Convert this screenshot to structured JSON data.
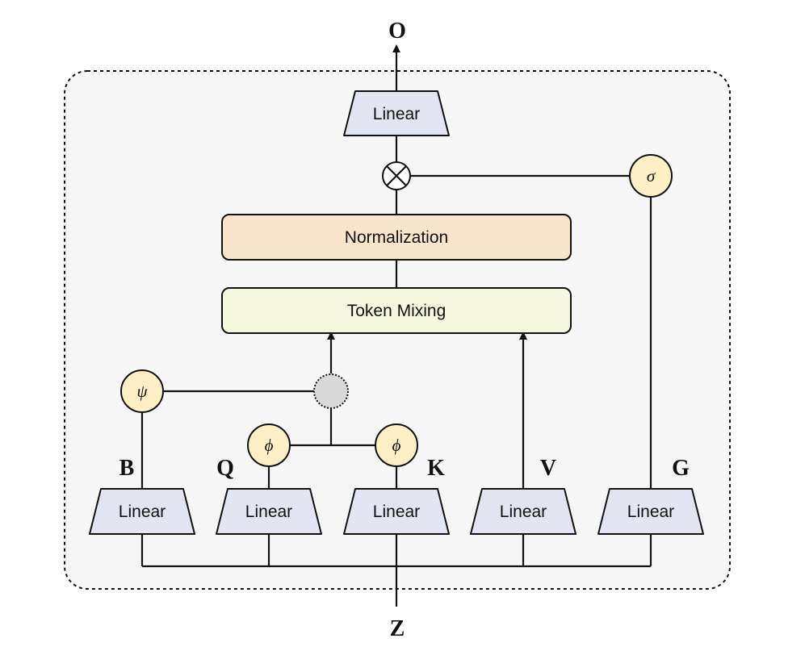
{
  "diagram": {
    "output_label": "O",
    "input_label": "Z",
    "output_linear": "Linear",
    "gate_op": "multiply",
    "gate_activation": "σ",
    "normalization": "Normalization",
    "token_mixing": "Token Mixing",
    "combine_node": "combine",
    "bias_activation": "ψ",
    "feature_map_q": "ϕ",
    "feature_map_k": "ϕ",
    "ports": {
      "b": "B",
      "q": "Q",
      "k": "K",
      "v": "V",
      "g": "G"
    },
    "input_linears": [
      "Linear",
      "Linear",
      "Linear",
      "Linear",
      "Linear"
    ],
    "colors": {
      "linear_fill": "#e3e5f2",
      "normalization_fill": "#f9e5cc",
      "token_mixing_fill": "#f5f7df",
      "activation_fill": "#fdf0c6",
      "combine_fill": "#d9d9d9",
      "container_fill": "#f7f7f7"
    }
  }
}
